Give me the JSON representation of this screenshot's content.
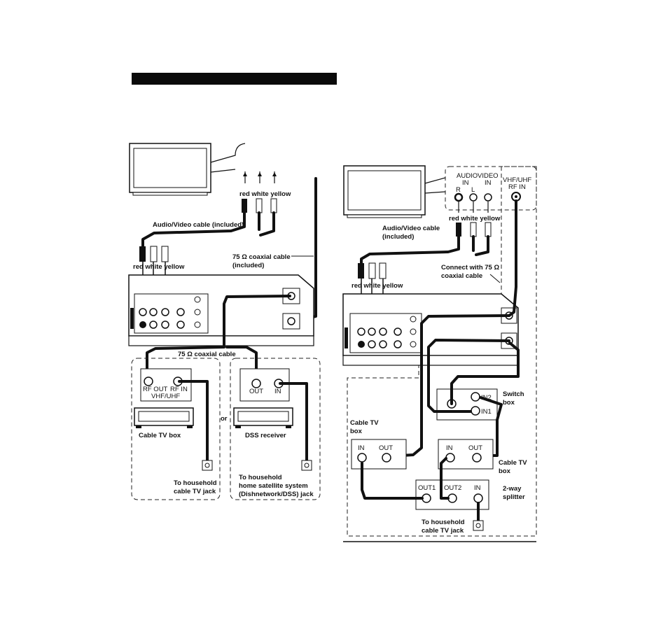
{
  "left": {
    "labels": {
      "top_colors": "red white yellow",
      "av_cable": "Audio/Video cable (included)",
      "coax_cable_line1": "75 Ω coaxial cable",
      "coax_cable_line2": "(included)",
      "bottom_colors": "red white yellow",
      "coax_cable_bottom": "75 Ω coaxial cable",
      "rf_out": "RF OUT",
      "rf_in": "RF IN",
      "vhf_uhf": "VHF/UHF",
      "dss_out": "OUT",
      "dss_in": "IN",
      "or": "or",
      "cable_tv_box": "Cable TV box",
      "dss_receiver": "DSS receiver",
      "household_cable_line1": "To household",
      "household_cable_line2": "cable TV jack",
      "household_sat_line1": "To household",
      "household_sat_line2": "home satellite system",
      "household_sat_line3": "(Dishnetwork/DSS) jack"
    }
  },
  "right": {
    "labels": {
      "audio_in_line1": "AUDIO",
      "audio_in_line2": "IN",
      "video_in_line1": "VIDEO",
      "video_in_line2": "IN",
      "r": "R",
      "l": "L",
      "vhf_uhf_line1": "VHF/UHF",
      "vhf_uhf_line2": "RF IN",
      "top_colors": "red white yellow",
      "av_cable_line1": "Audio/Video cable",
      "av_cable_line2": "(included)",
      "connect_line1": "Connect with 75 Ω",
      "connect_line2": "coaxial cable",
      "bottom_colors": "red white yellow",
      "in2": "IN2",
      "in1": "IN1",
      "switch_line1": "Switch",
      "switch_line2": "box",
      "cable_tv_box1_line1": "Cable TV",
      "cable_tv_box1_line2": "box",
      "box1_in": "IN",
      "box1_out": "OUT",
      "box2_in": "IN",
      "box2_out": "OUT",
      "cable_tv_box2_line1": "Cable TV",
      "cable_tv_box2_line2": "box",
      "out1": "OUT1",
      "out2": "OUT2",
      "split_in": "IN",
      "splitter_line1": "2-way",
      "splitter_line2": "splitter",
      "household_line1": "To household",
      "household_line2": "cable TV jack"
    }
  }
}
